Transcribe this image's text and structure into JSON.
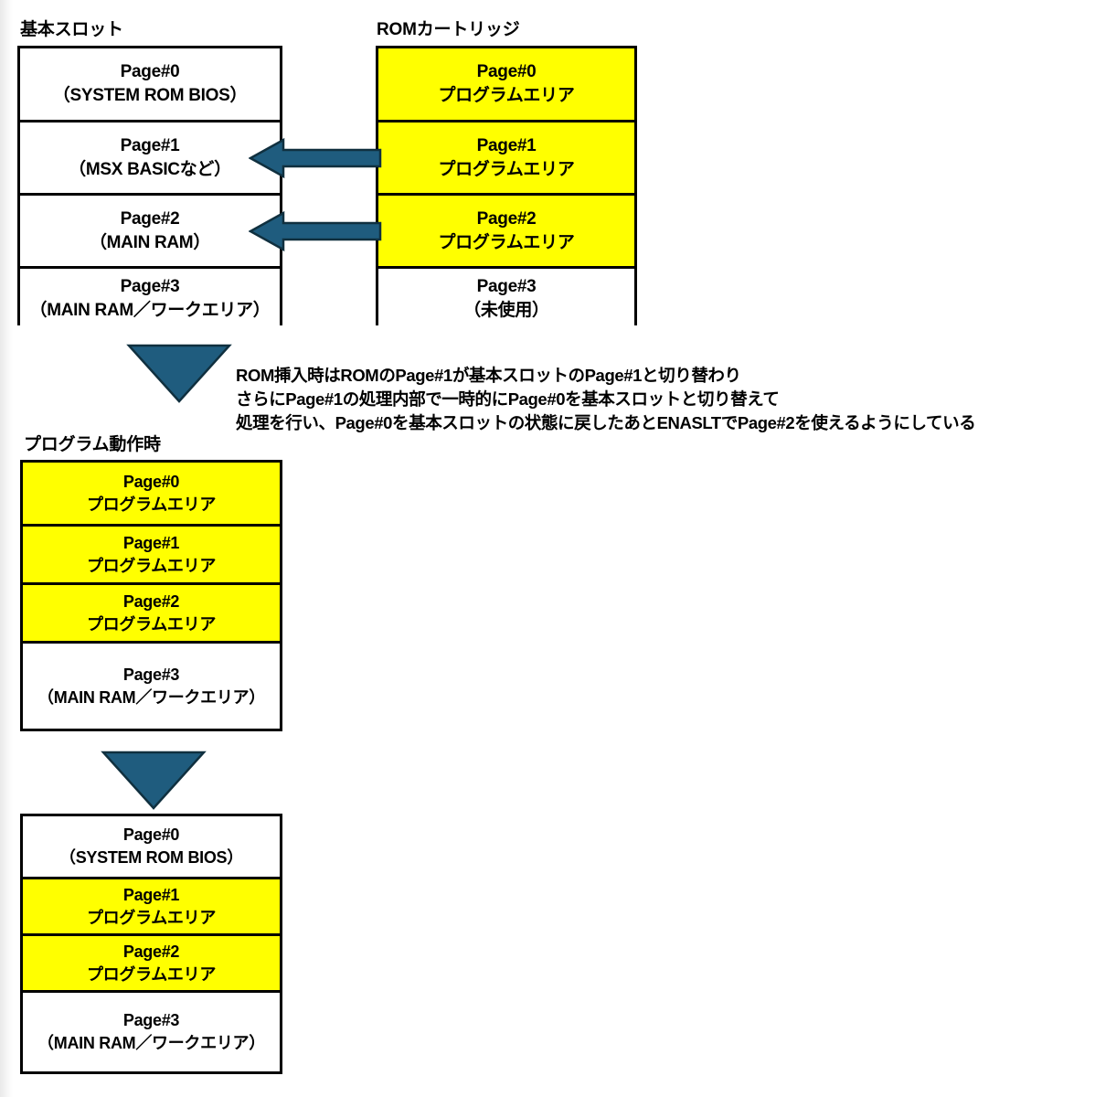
{
  "colors": {
    "highlight": "#ffff00",
    "arrow_fill": "#1f5c7e",
    "arrow_stroke": "#10303f",
    "border": "#000000",
    "background": "#ffffff",
    "text": "#000000"
  },
  "captions": {
    "basic_slot": "基本スロット",
    "rom_cartridge": "ROMカートリッジ",
    "program_running": "プログラム動作時"
  },
  "maps": {
    "basic_slot": {
      "rows": [
        {
          "line1": "Page#0",
          "line2": "（SYSTEM ROM BIOS）",
          "fill": "white"
        },
        {
          "line1": "Page#1",
          "line2": "（MSX BASICなど）",
          "fill": "white"
        },
        {
          "line1": "Page#2",
          "line2": "（MAIN RAM）",
          "fill": "white"
        },
        {
          "line1": "Page#3",
          "line2": "（MAIN RAM／ワークエリア）",
          "fill": "white"
        }
      ]
    },
    "rom_cartridge": {
      "rows": [
        {
          "line1": "Page#0",
          "line2": "プログラムエリア",
          "fill": "yellow"
        },
        {
          "line1": "Page#1",
          "line2": "プログラムエリア",
          "fill": "yellow"
        },
        {
          "line1": "Page#2",
          "line2": "プログラムエリア",
          "fill": "yellow"
        },
        {
          "line1": "Page#3",
          "line2": "（未使用）",
          "fill": "white"
        }
      ]
    },
    "program_running": {
      "rows": [
        {
          "line1": "Page#0",
          "line2": "プログラムエリア",
          "fill": "yellow"
        },
        {
          "line1": "Page#1",
          "line2": "プログラムエリア",
          "fill": "yellow"
        },
        {
          "line1": "Page#2",
          "line2": "プログラムエリア",
          "fill": "yellow"
        },
        {
          "line1": "Page#3",
          "line2": "（MAIN RAM／ワークエリア）",
          "fill": "white"
        }
      ]
    },
    "final_state": {
      "rows": [
        {
          "line1": "Page#0",
          "line2": "（SYSTEM ROM BIOS）",
          "fill": "white"
        },
        {
          "line1": "Page#1",
          "line2": "プログラムエリア",
          "fill": "yellow"
        },
        {
          "line1": "Page#2",
          "line2": "プログラムエリア",
          "fill": "yellow"
        },
        {
          "line1": "Page#3",
          "line2": "（MAIN RAM／ワークエリア）",
          "fill": "white"
        }
      ]
    }
  },
  "note": {
    "lines": [
      "ROM挿入時はROMのPage#1が基本スロットのPage#1と切り替わり",
      "さらにPage#1の処理内部で一時的にPage#0を基本スロットと切り替えて",
      "処理を行い、Page#0を基本スロットの状態に戻したあとENASLTでPage#2を使えるようにしている"
    ]
  },
  "arrows": {
    "swap_page1": "left-arrow-rom-page1-to-slot-page1",
    "swap_page2": "left-arrow-rom-page2-to-slot-page2",
    "flow_1": "down-arrow-to-program-running",
    "flow_2": "down-arrow-to-final-state"
  }
}
